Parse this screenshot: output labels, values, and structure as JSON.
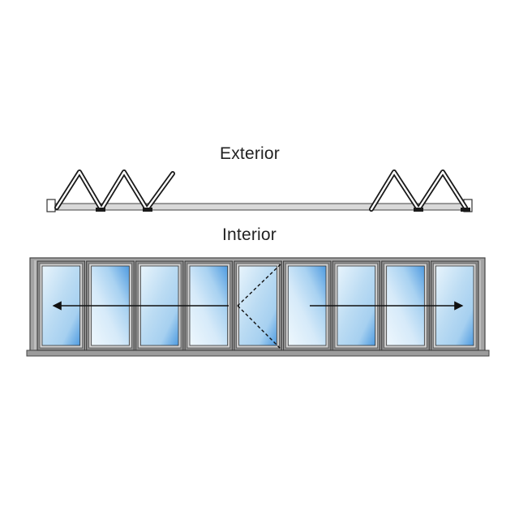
{
  "labels": {
    "exterior": "Exterior",
    "interior": "Interior"
  },
  "panels": {
    "count": 9,
    "swing_panel_index": 4
  },
  "colors": {
    "frame": "#9a9a9a",
    "frame_dark": "#555555",
    "glass_light": "#e6f2fb",
    "glass_mid": "#b8d9f2",
    "glass_dark": "#4f9be0",
    "outline": "#222222"
  },
  "icons": {
    "left_arrow": "arrow-left-icon",
    "right_arrow": "arrow-right-icon",
    "swing": "swing-indicator-icon"
  }
}
